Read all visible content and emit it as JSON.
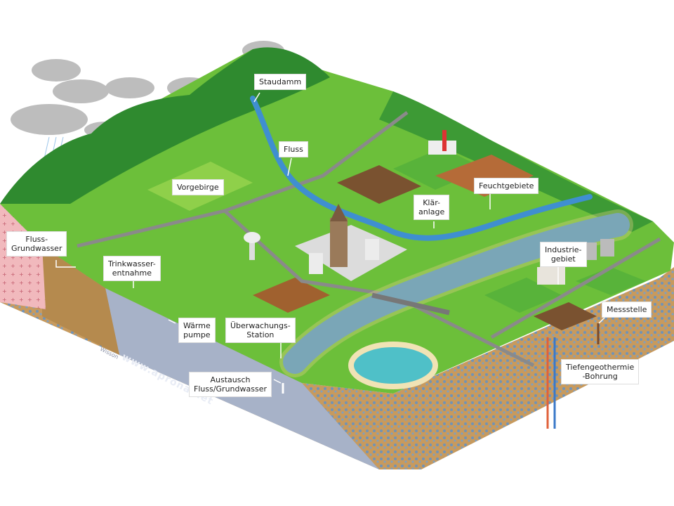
{
  "labels": {
    "staudamm": "Staudamm",
    "fluss": "Fluss",
    "vorgebirge": "Vorgebirge",
    "feuchtgebiete": "Feuchtgebiete",
    "klaeranlage": "Klär-\nanlage",
    "fluss_grundwasser": "Fluss-\nGrundwasser",
    "trinkwasserentnahme": "Trinkwasser-\nentnahme",
    "industriegebiet": "Industrie-\ngebiet",
    "waermepumpe": "Wärme\npumpe",
    "ueberwachungsstation": "Überwachungs-\nStation",
    "messstelle": "Messstelle",
    "austausch": "Austausch\nFluss/Grundwasser",
    "tiefengeothermie": "Tiefengeothermie\n-Bohrung"
  },
  "watermark": "www.aprona.net",
  "artist": "Wisson",
  "colors": {
    "grass": "#6cbf3a",
    "forest": "#2f8a2f",
    "water": "#3f8fd0",
    "soil": "#b08a50",
    "gravel": "#c9a56a",
    "granite": "#e8a0a8",
    "side": "#a7b2c8"
  }
}
